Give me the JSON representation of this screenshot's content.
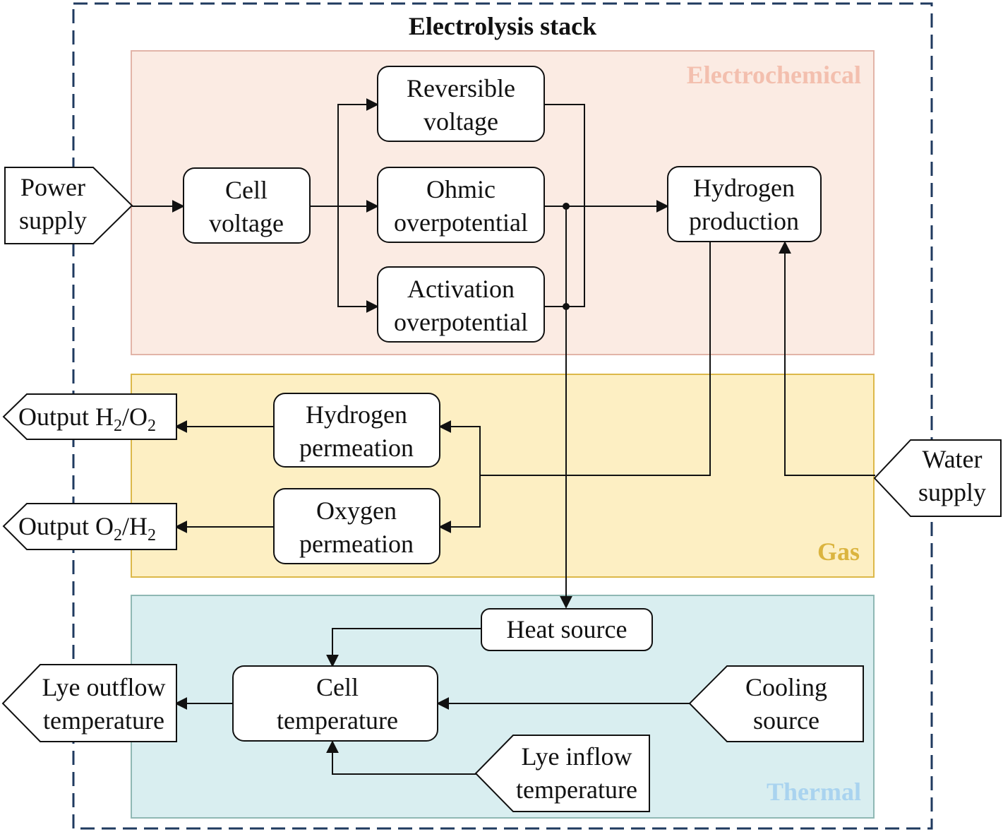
{
  "title": "Electrolysis stack",
  "zones": {
    "electrochemical": {
      "label": "Electrochemical",
      "fill": "#fbebe3",
      "stroke": "#e2b4a8",
      "label_color": "#f3bfae"
    },
    "gas": {
      "label": "Gas",
      "fill": "#fdefc3",
      "stroke": "#dcb849",
      "label_color": "#dbb43f"
    },
    "thermal": {
      "label": "Thermal",
      "fill": "#d9eef0",
      "stroke": "#8fb8b4",
      "label_color": "#a9d3ef"
    }
  },
  "boxes": {
    "reversible_voltage": [
      "Reversible",
      "voltage"
    ],
    "cell_voltage": [
      "Cell",
      "voltage"
    ],
    "ohmic_overpotential": [
      "Ohmic",
      "overpotential"
    ],
    "activation_overpotential": [
      "Activation",
      "overpotential"
    ],
    "hydrogen_production": [
      "Hydrogen",
      "production"
    ],
    "hydrogen_permeation": [
      "Hydrogen",
      "permeation"
    ],
    "oxygen_permeation": [
      "Oxygen",
      "permeation"
    ],
    "heat_source": [
      "Heat source"
    ],
    "cell_temperature": [
      "Cell",
      "temperature"
    ]
  },
  "ports": {
    "power_supply": [
      "Power",
      "supply"
    ],
    "water_supply": [
      "Water",
      "supply"
    ],
    "output_h2o2": {
      "prefix": "Output H",
      "sub1": "2",
      "mid": "/O",
      "sub2": "2"
    },
    "output_o2h2": {
      "prefix": "Output O",
      "sub1": "2",
      "mid": "/H",
      "sub2": "2"
    },
    "lye_outflow": [
      "Lye outflow",
      "temperature"
    ],
    "cooling_source": [
      "Cooling",
      "source"
    ],
    "lye_inflow": [
      "Lye inflow",
      "temperature"
    ]
  },
  "colors": {
    "stack_border": "#1f3a5f",
    "line": "#111111"
  }
}
